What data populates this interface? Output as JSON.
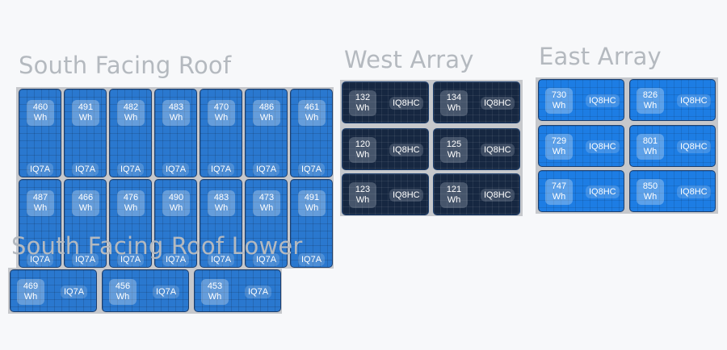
{
  "unit": "Wh",
  "groups": {
    "south": {
      "label": "South Facing Roof",
      "model": "IQ7A",
      "rows": [
        [
          460,
          491,
          482,
          483,
          470,
          486,
          461
        ],
        [
          487,
          466,
          476,
          490,
          483,
          473,
          491
        ]
      ]
    },
    "south_lower": {
      "label": "South Facing Roof Lower",
      "model": "IQ7A",
      "values": [
        469,
        456,
        453
      ]
    },
    "west": {
      "label": "West Array",
      "model": "IQ8HC",
      "values": [
        132,
        134,
        120,
        125,
        123,
        121
      ]
    },
    "east": {
      "label": "East Array",
      "model": "IQ8HC",
      "values": [
        730,
        826,
        729,
        801,
        747,
        850
      ]
    }
  },
  "colors": {
    "panel_blue": "#2a78cf",
    "panel_navy": "#162741",
    "panel_east": "#1d7de4",
    "label_gray": "#b4b9bf"
  }
}
